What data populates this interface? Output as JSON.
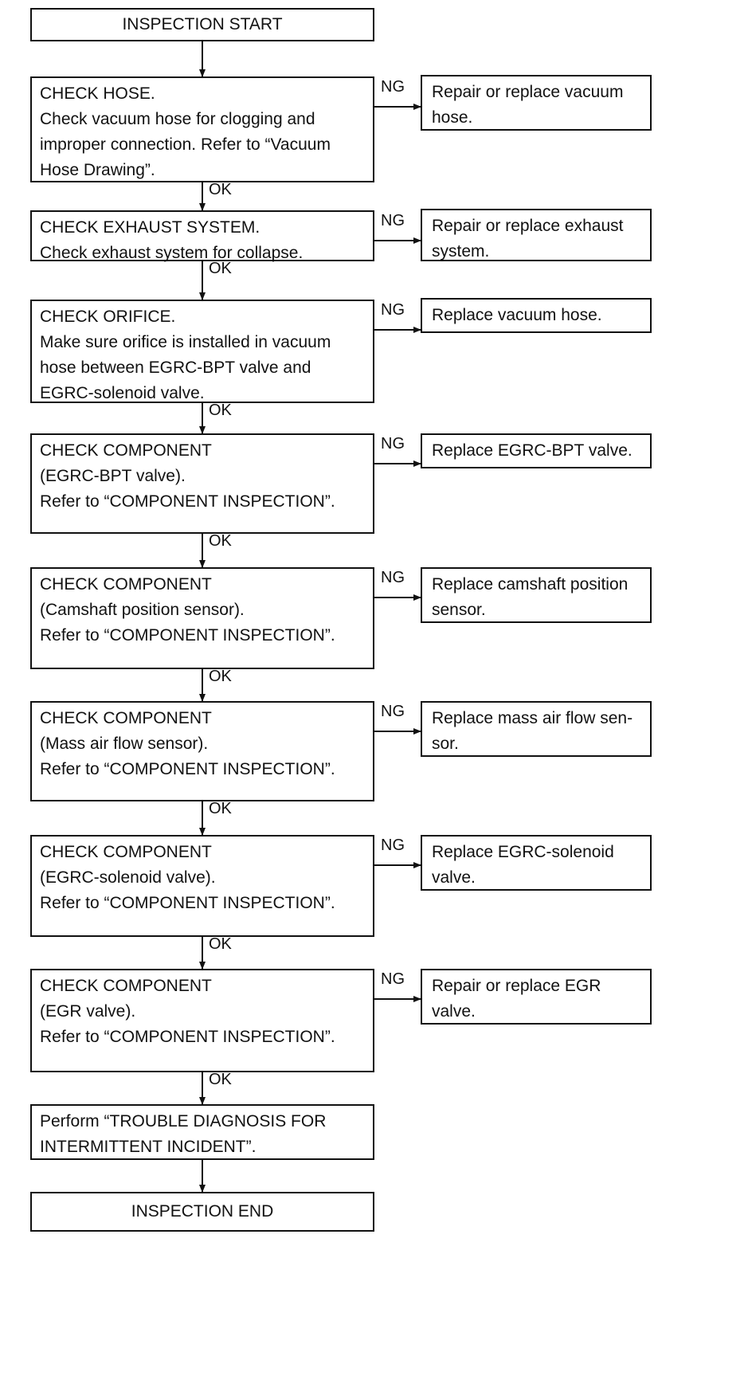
{
  "start": {
    "label": "INSPECTION START"
  },
  "end": {
    "label": "INSPECTION END"
  },
  "labels": {
    "ok": "OK",
    "ng": "NG"
  },
  "steps": [
    {
      "lines": [
        "CHECK HOSE.",
        "Check vacuum hose for clogging and",
        "improper connection. Refer to “Vacuum",
        "Hose Drawing”."
      ],
      "ng_action": [
        "Repair or replace vacuum",
        "hose."
      ]
    },
    {
      "lines": [
        "CHECK EXHAUST SYSTEM.",
        "Check exhaust system for collapse."
      ],
      "ng_action": [
        "Repair or replace exhaust",
        "system."
      ]
    },
    {
      "lines": [
        "CHECK ORIFICE.",
        "Make sure orifice is installed in vacuum",
        "hose between EGRC-BPT valve and",
        "EGRC-solenoid valve."
      ],
      "ng_action": [
        "Replace vacuum hose."
      ]
    },
    {
      "lines": [
        "CHECK COMPONENT",
        "(EGRC-BPT valve).",
        "Refer to “COMPONENT INSPECTION”."
      ],
      "ng_action": [
        "Replace EGRC-BPT valve."
      ]
    },
    {
      "lines": [
        "CHECK COMPONENT",
        "(Camshaft position sensor).",
        "Refer to “COMPONENT INSPECTION”."
      ],
      "ng_action": [
        "Replace camshaft position",
        "sensor."
      ]
    },
    {
      "lines": [
        "CHECK COMPONENT",
        "(Mass air flow sensor).",
        "Refer to “COMPONENT INSPECTION”."
      ],
      "ng_action": [
        "Replace mass air flow sen-",
        "sor."
      ]
    },
    {
      "lines": [
        "CHECK COMPONENT",
        "(EGRC-solenoid valve).",
        "Refer to “COMPONENT INSPECTION”."
      ],
      "ng_action": [
        "Replace EGRC-solenoid",
        "valve."
      ]
    },
    {
      "lines": [
        "CHECK COMPONENT",
        "(EGR valve).",
        "Refer to “COMPONENT INSPECTION”."
      ],
      "ng_action": [
        "Repair or replace EGR",
        "valve."
      ]
    }
  ],
  "final_step": {
    "lines": [
      "Perform “TROUBLE DIAGNOSIS FOR",
      "INTERMITTENT INCIDENT”."
    ]
  }
}
